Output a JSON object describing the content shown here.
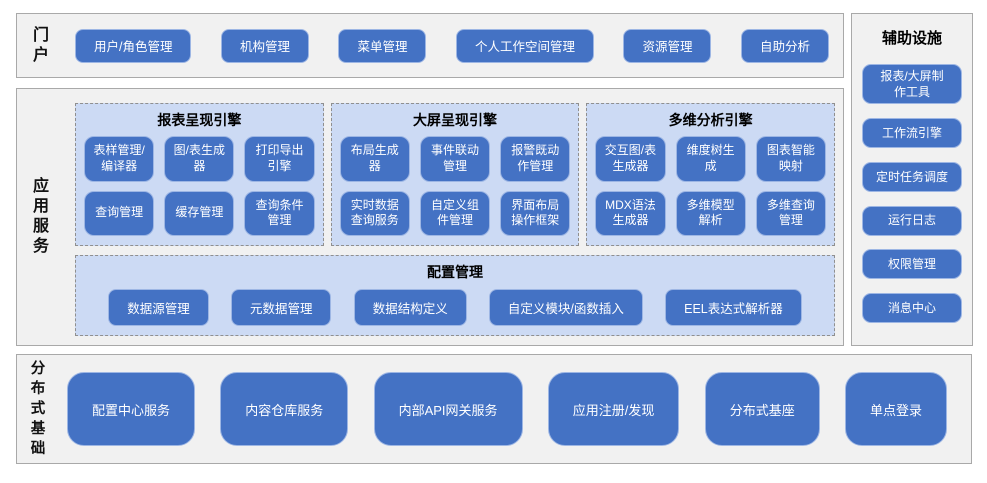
{
  "colors": {
    "accent_blue": "#4472C4",
    "button_border": "#9DB6E4",
    "panel_blue": "#CCDAF4",
    "panel_dash_border": "#8F8F8F",
    "section_gray": "#F1F1F1",
    "section_border": "#A9A9A9",
    "button_text": "#FFFFFF",
    "label_text": "#000000"
  },
  "portal": {
    "label": "门户",
    "buttons": [
      "用户/角色管理",
      "机构管理",
      "菜单管理",
      "个人工作空间管理",
      "资源管理",
      "自助分析"
    ]
  },
  "app_services": {
    "label": "应用服务",
    "engines": [
      {
        "title": "报表呈现引擎",
        "buttons": [
          "表样管理/编译器",
          "图/表生成器",
          "打印导出引擎",
          "查询管理",
          "缓存管理",
          "查询条件管理"
        ]
      },
      {
        "title": "大屏呈现引擎",
        "buttons": [
          "布局生成器",
          "事件联动管理",
          "报警既动作管理",
          "实时数据查询服务",
          "自定义组件管理",
          "界面布局操作框架"
        ]
      },
      {
        "title": "多维分析引擎",
        "buttons": [
          "交互图/表生成器",
          "维度树生成",
          "图表智能映射",
          "MDX语法生成器",
          "多维模型解析",
          "多维查询管理"
        ]
      }
    ],
    "config": {
      "title": "配置管理",
      "buttons": [
        "数据源管理",
        "元数据管理",
        "数据结构定义",
        "自定义模块/函数插入",
        "EEL表达式解析器"
      ]
    }
  },
  "auxiliary": {
    "title": "辅助设施",
    "buttons": [
      "报表/大屏制作工具",
      "工作流引擎",
      "定时任务调度",
      "运行日志",
      "权限管理",
      "消息中心"
    ]
  },
  "foundation": {
    "label": "分布式基础",
    "buttons": [
      "配置中心服务",
      "内容仓库服务",
      "内部API网关服务",
      "应用注册/发现",
      "分布式基座",
      "单点登录"
    ]
  }
}
